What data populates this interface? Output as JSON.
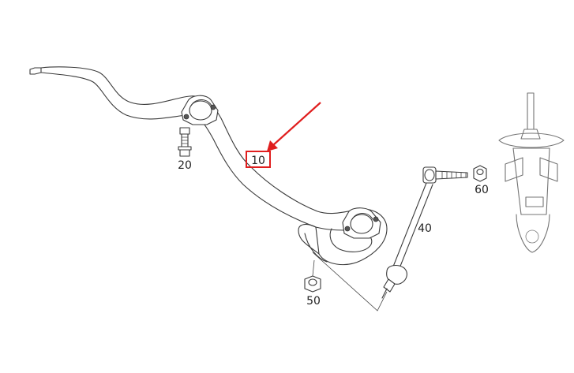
{
  "parts": {
    "p10": "10",
    "p20": "20",
    "p40": "40",
    "p50": "50",
    "p60": "60"
  },
  "highlight": {
    "part": "10",
    "color": "#e01e1e"
  },
  "icons": {
    "stabilizer_bar": "stabilizer-bar",
    "bracket": "clamp-bracket",
    "bolt": "bolt",
    "link": "stabilizer-link",
    "nut": "nut",
    "strut": "shock-strut"
  }
}
